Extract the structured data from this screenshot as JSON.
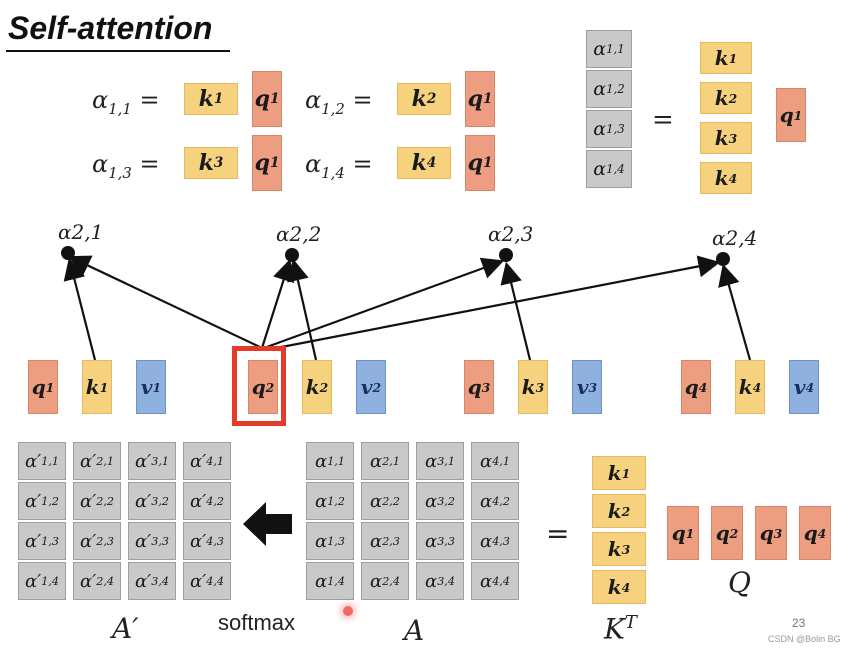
{
  "title": "Self-attention",
  "top_eqs": [
    {
      "lhs": "α1,1 =",
      "k": "k1",
      "q": "q1"
    },
    {
      "lhs": "α1,2 =",
      "k": "k2",
      "q": "q1"
    },
    {
      "lhs": "α1,3 =",
      "k": "k3",
      "q": "q1"
    },
    {
      "lhs": "α1,4 =",
      "k": "k4",
      "q": "q1"
    }
  ],
  "right_eq": {
    "alphas": [
      "α1,1",
      "α1,2",
      "α1,3",
      "α1,4"
    ],
    "equals": "=",
    "keys": [
      "k1",
      "k2",
      "k3",
      "k4"
    ],
    "q": "q1"
  },
  "nodes": [
    "α2,1",
    "α2,2",
    "α2,3",
    "α2,4"
  ],
  "tokens": [
    {
      "q": "q1",
      "k": "k1",
      "v": "v1"
    },
    {
      "q": "q2",
      "k": "k2",
      "v": "v2"
    },
    {
      "q": "q3",
      "k": "k3",
      "v": "v3"
    },
    {
      "q": "q4",
      "k": "k4",
      "v": "v4"
    }
  ],
  "aprime_matrix": [
    [
      "α'1,1",
      "α'2,1",
      "α'3,1",
      "α'4,1"
    ],
    [
      "α'1,2",
      "α'2,2",
      "α'3,2",
      "α'4,2"
    ],
    [
      "α'1,3",
      "α'2,3",
      "α'3,3",
      "α'4,3"
    ],
    [
      "α'1,4",
      "α'2,4",
      "α'3,4",
      "α'4,4"
    ]
  ],
  "a_matrix": [
    [
      "α1,1",
      "α2,1",
      "α3,1",
      "α4,1"
    ],
    [
      "α1,2",
      "α2,2",
      "α3,2",
      "α4,2"
    ],
    [
      "α1,3",
      "α2,3",
      "α3,3",
      "α4,3"
    ],
    [
      "α1,4",
      "α2,4",
      "α3,4",
      "α4,4"
    ]
  ],
  "kt_column": [
    "k1",
    "k2",
    "k3",
    "k4"
  ],
  "q_row": [
    "q1",
    "q2",
    "q3",
    "q4"
  ],
  "labels": {
    "aprime": "A′",
    "softmax": "softmax",
    "a": "A",
    "kt": "KT",
    "q": "Q",
    "equals": "="
  },
  "page_number": "23",
  "watermark": "CSDN @Bolin BG"
}
